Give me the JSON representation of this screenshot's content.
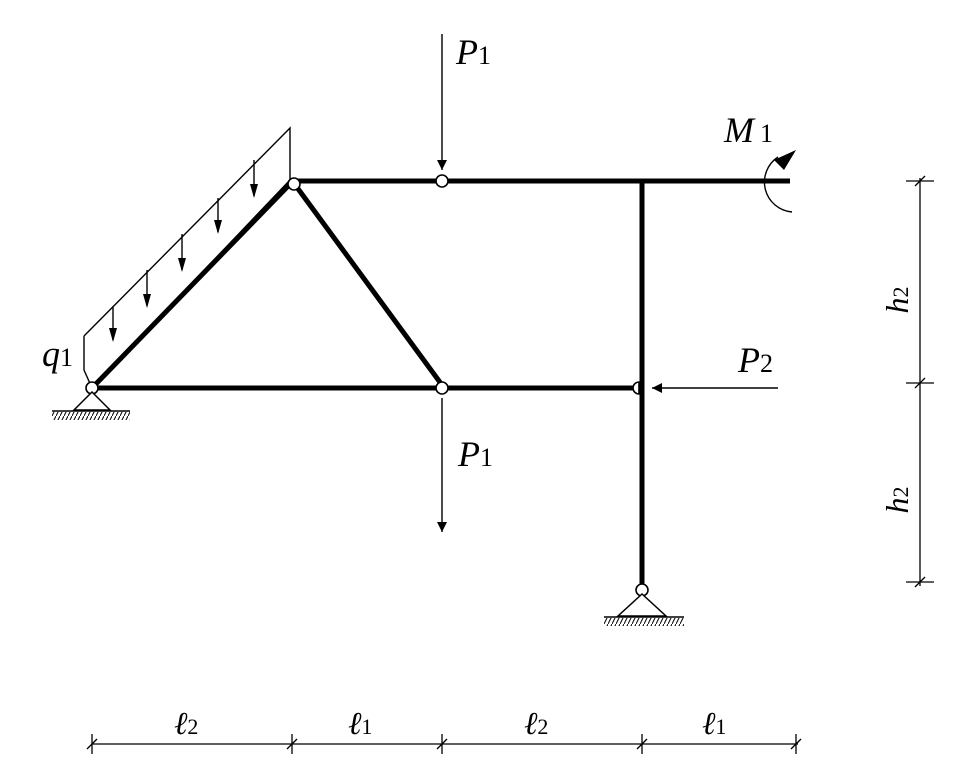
{
  "loads": {
    "q1": {
      "sym": "q",
      "sub": "1"
    },
    "p1_top": {
      "sym": "P",
      "sub": "1"
    },
    "p1_bottom": {
      "sym": "P",
      "sub": "1"
    },
    "p2": {
      "sym": "P",
      "sub": "2"
    },
    "m1": {
      "sym": "M",
      "sub": "1"
    }
  },
  "dimensions": {
    "horizontal": [
      {
        "sym": "ℓ",
        "sub": "2"
      },
      {
        "sym": "ℓ",
        "sub": "1"
      },
      {
        "sym": "ℓ",
        "sub": "2"
      },
      {
        "sym": "ℓ",
        "sub": "1"
      }
    ],
    "vertical": [
      {
        "sym": "h",
        "sub": "2"
      },
      {
        "sym": "h",
        "sub": "2"
      }
    ]
  }
}
